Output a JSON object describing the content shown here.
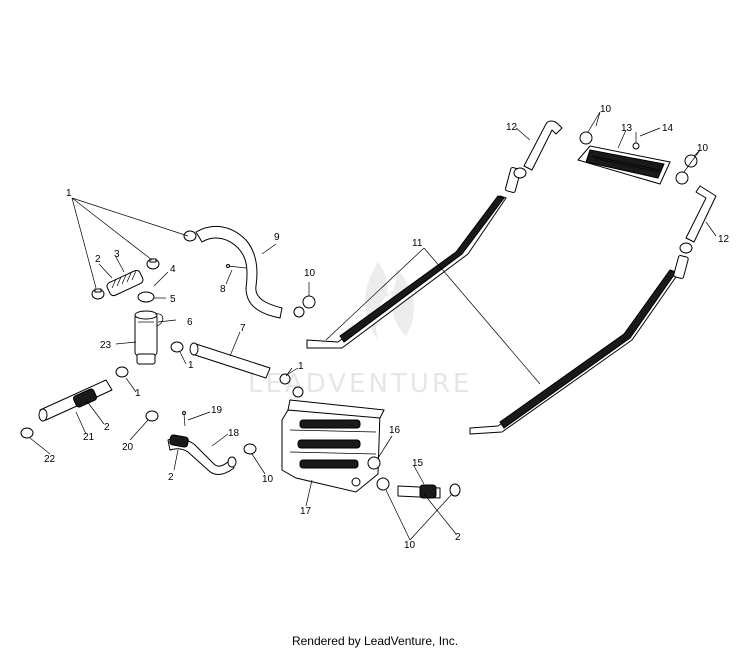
{
  "diagram": {
    "watermark": "LEADVENTURE",
    "footer": "Rendered by LeadVenture, Inc.",
    "callouts": [
      {
        "id": "c1a",
        "text": "1"
      },
      {
        "id": "c1b",
        "text": "1"
      },
      {
        "id": "c1c",
        "text": "1"
      },
      {
        "id": "c1d",
        "text": "1"
      },
      {
        "id": "c2a",
        "text": "2"
      },
      {
        "id": "c2b",
        "text": "2"
      },
      {
        "id": "c2c",
        "text": "2"
      },
      {
        "id": "c2d",
        "text": "2"
      },
      {
        "id": "c3",
        "text": "3"
      },
      {
        "id": "c4",
        "text": "4"
      },
      {
        "id": "c5",
        "text": "5"
      },
      {
        "id": "c6",
        "text": "6"
      },
      {
        "id": "c7",
        "text": "7"
      },
      {
        "id": "c8",
        "text": "8"
      },
      {
        "id": "c9",
        "text": "9"
      },
      {
        "id": "c10a",
        "text": "10"
      },
      {
        "id": "c10b",
        "text": "10"
      },
      {
        "id": "c10c",
        "text": "10"
      },
      {
        "id": "c10d",
        "text": "10"
      },
      {
        "id": "c10e",
        "text": "10"
      },
      {
        "id": "c11",
        "text": "11"
      },
      {
        "id": "c12a",
        "text": "12"
      },
      {
        "id": "c12b",
        "text": "12"
      },
      {
        "id": "c13",
        "text": "13"
      },
      {
        "id": "c14",
        "text": "14"
      },
      {
        "id": "c15",
        "text": "15"
      },
      {
        "id": "c16",
        "text": "16"
      },
      {
        "id": "c17",
        "text": "17"
      },
      {
        "id": "c18",
        "text": "18"
      },
      {
        "id": "c19",
        "text": "19"
      },
      {
        "id": "c20",
        "text": "20"
      },
      {
        "id": "c21",
        "text": "21"
      },
      {
        "id": "c22",
        "text": "22"
      },
      {
        "id": "c23",
        "text": "23"
      }
    ]
  }
}
